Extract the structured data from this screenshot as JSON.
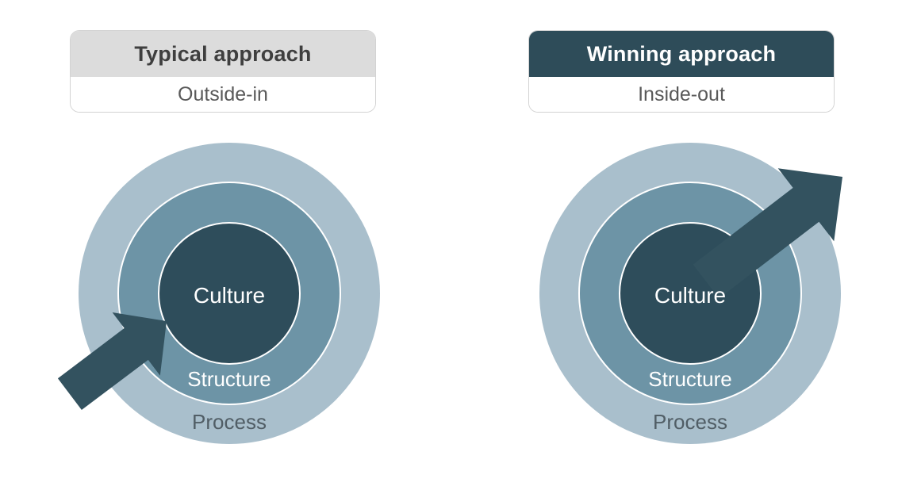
{
  "background_color": "#ffffff",
  "colors": {
    "outer_ring": "#a9bfcc",
    "middle_ring": "#6d94a6",
    "inner_circle": "#2e4d5b",
    "arrow": "#33525f",
    "ring_separator": "#ffffff",
    "header_gray_bg": "#dcdcdc",
    "header_gray_text": "#3f3f3f",
    "header_dark_bg": "#2e4c59",
    "header_dark_text": "#ffffff",
    "subtitle_text": "#595959",
    "outer_label_text": "#515e66",
    "middle_label_text": "#ffffff",
    "inner_label_text": "#ffffff"
  },
  "left_panel": {
    "header": {
      "title": "Typical approach",
      "subtitle": "Outside-in"
    },
    "rings": {
      "inner": "Culture",
      "middle": "Structure",
      "outer": "Process"
    },
    "arrow_direction": "inward"
  },
  "right_panel": {
    "header": {
      "title": "Winning approach",
      "subtitle": "Inside-out"
    },
    "rings": {
      "inner": "Culture",
      "middle": "Structure",
      "outer": "Process"
    },
    "arrow_direction": "outward"
  }
}
